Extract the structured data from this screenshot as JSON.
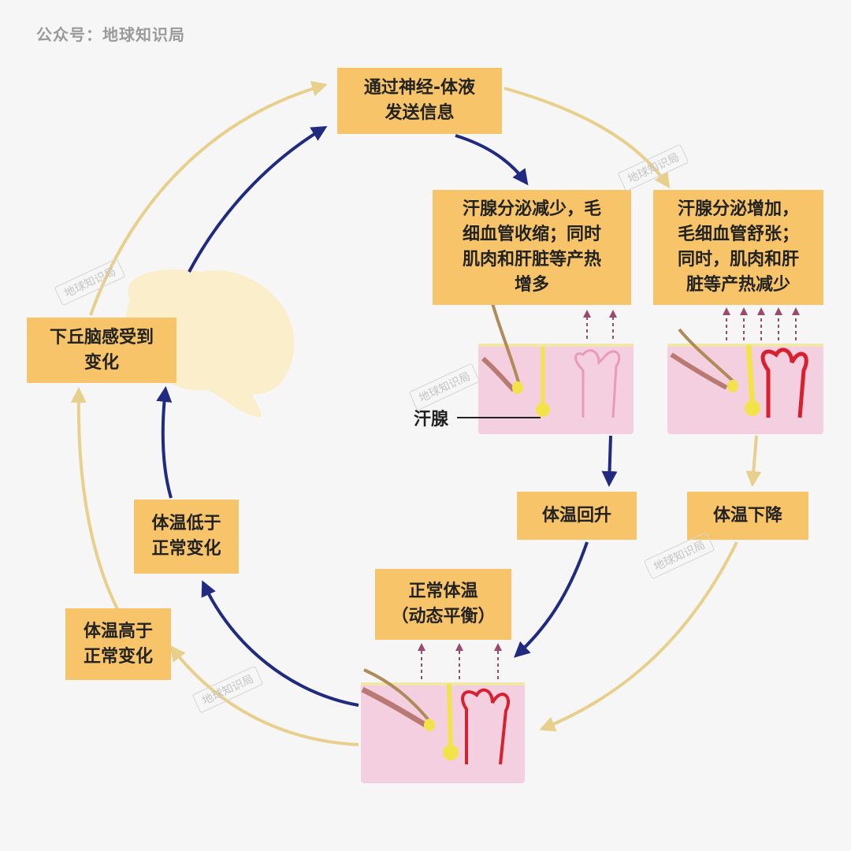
{
  "header": {
    "text": "公众号：地球知识局"
  },
  "boxes": {
    "signal": "通过神经-体液\n发送信息",
    "hypothalamus": "下丘脑感受到\n变化",
    "heat_conserve": "汗腺分泌减少，毛\n细血管收缩；同时\n肌肉和肝脏等产热\n增多",
    "heat_release": "汗腺分泌增加，\n毛细血管舒张；\n同时，肌肉和肝\n脏等产热减少",
    "temp_rise": "体温回升",
    "temp_fall": "体温下降",
    "below": "体温低于\n正常变化",
    "above": "体温高于\n正常变化",
    "normal": "正常体温\n（动态平衡）"
  },
  "labels": {
    "sweat_gland": "汗腺"
  },
  "watermark": "地球知识局",
  "colors": {
    "box": "#f7c46a",
    "cold_path": "#1f2a80",
    "warm_path": "#e8d08c",
    "skin": "#f3cfe0",
    "vessel_dilated": "#d8202e",
    "vessel_constricted": "#e89ab6",
    "heat_arrow": "#9a4a6a",
    "gland": "#f2e34a",
    "brain": "#fbeecb"
  }
}
